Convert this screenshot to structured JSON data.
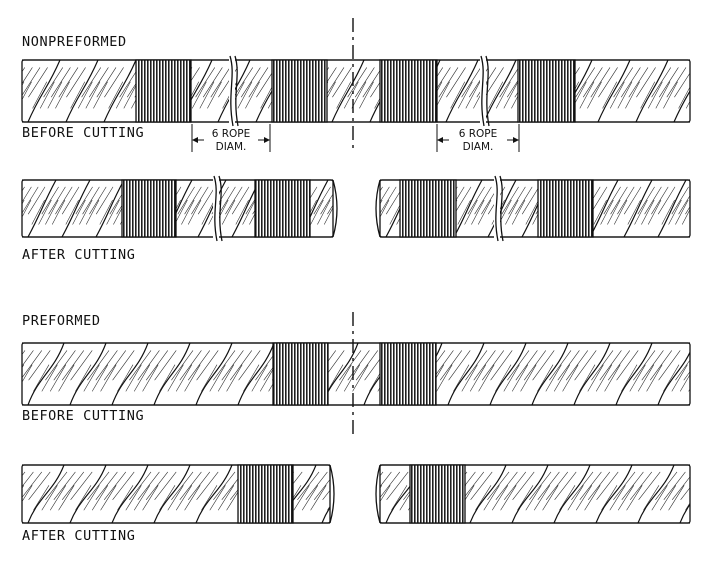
{
  "labels": {
    "nonpreformed": "NONPREFORMED",
    "preformed": "PREFORMED",
    "before_cutting_1": "BEFORE CUTTING",
    "after_cutting_1": "AFTER CUTTING",
    "before_cutting_2": "BEFORE CUTTING",
    "after_cutting_2": "AFTER CUTTING",
    "dim_left_1": "6 ROPE",
    "dim_left_2": "DIAM.",
    "dim_right_1": "6 ROPE",
    "dim_right_2": "DIAM."
  }
}
